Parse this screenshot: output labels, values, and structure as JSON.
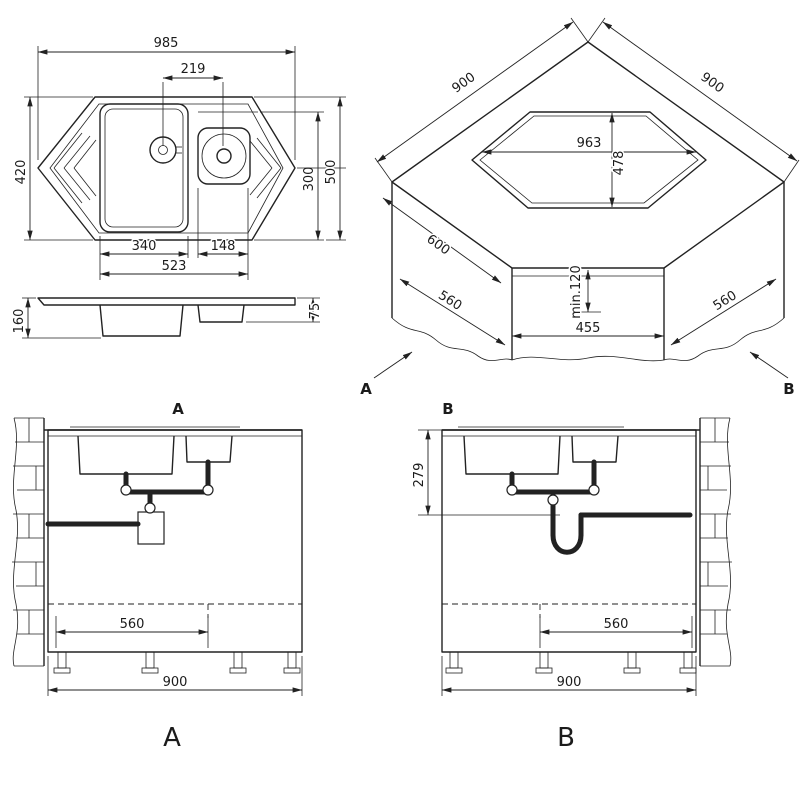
{
  "plan": {
    "overall_width": "985",
    "drain_distance": "219",
    "left_depth": "420",
    "bowl_section_depth": "300",
    "overall_depth": "500",
    "main_bowl_width": "340",
    "half_bowl_width": "148",
    "bowl_group_width": "523"
  },
  "profile": {
    "overall_height": "160",
    "rim_depth": "75"
  },
  "corner": {
    "edge_left": "900",
    "edge_right": "900",
    "cutout_width": "963",
    "cutout_depth": "478",
    "side_depth": "600",
    "min_clearance": "min.120",
    "bottom_left": "560",
    "bottom_right": "560",
    "front_width": "455",
    "view_a": "A",
    "view_b": "B"
  },
  "section_a": {
    "tag": "A",
    "caption": "A",
    "base_width": "560",
    "overall_width": "900"
  },
  "section_b": {
    "tag": "B",
    "caption": "B",
    "trap_height": "279",
    "base_width": "560",
    "overall_width": "900"
  }
}
